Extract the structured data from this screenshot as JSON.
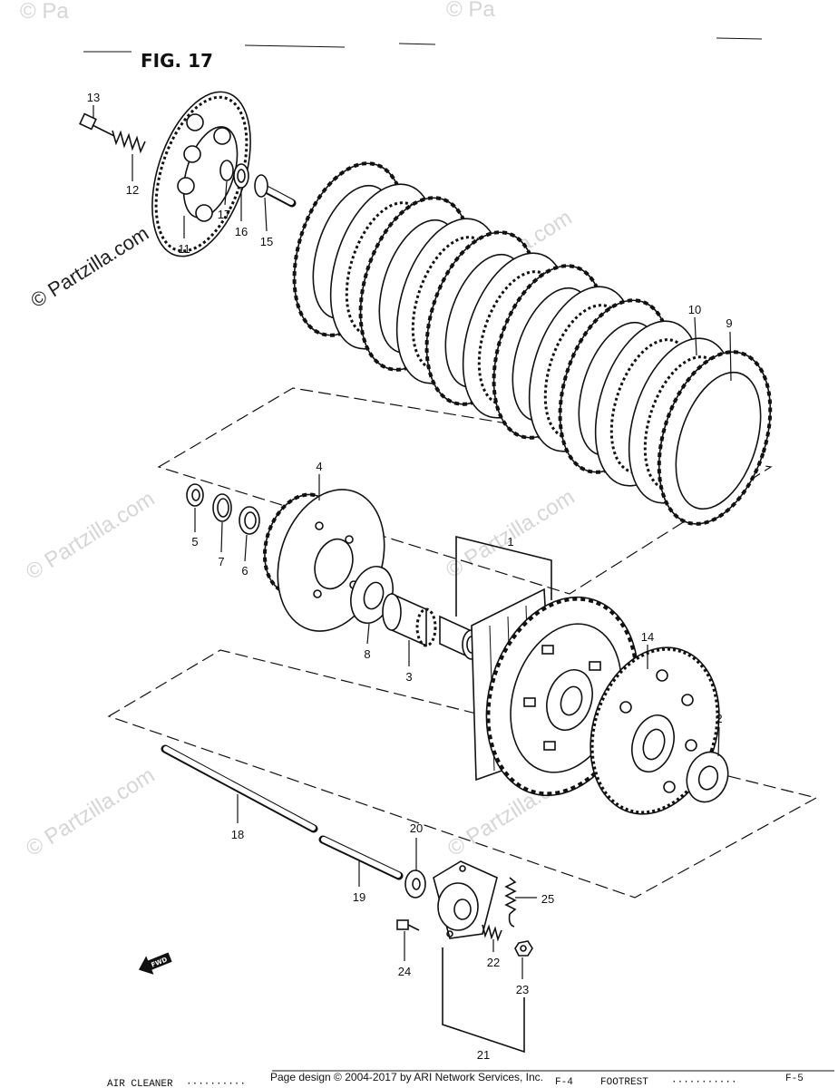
{
  "figure": {
    "title": "FIG. 17"
  },
  "callouts": {
    "n1": "1",
    "n2": "2",
    "n3": "3",
    "n4": "4",
    "n5": "5",
    "n6": "6",
    "n7": "7",
    "n8": "8",
    "n9": "9",
    "n10": "10",
    "n11": "11",
    "n12": "12",
    "n13": "13",
    "n14": "14",
    "n15": "15",
    "n16": "16",
    "n17": "17",
    "n18": "18",
    "n19": "19",
    "n20": "20",
    "n21": "21",
    "n22": "22",
    "n23": "23",
    "n24": "24",
    "n25": "25"
  },
  "fwd": {
    "label": "FWD",
    "icon": "forward-arrow-icon"
  },
  "watermark": {
    "text": "© Partzilla.com",
    "fragment": "© Pa"
  },
  "footer": {
    "left_section": "AIR CLEANER",
    "leader": "··········",
    "credit": "Page design © 2004-2017 by ARI Network Services, Inc.",
    "left_page": "F-4",
    "right_section": "FOOTREST",
    "right_leader": "···········",
    "right_page": "F-5"
  },
  "colors": {
    "ink": "#111111",
    "watermark": "#d6d6d6",
    "paper": "#ffffff"
  }
}
